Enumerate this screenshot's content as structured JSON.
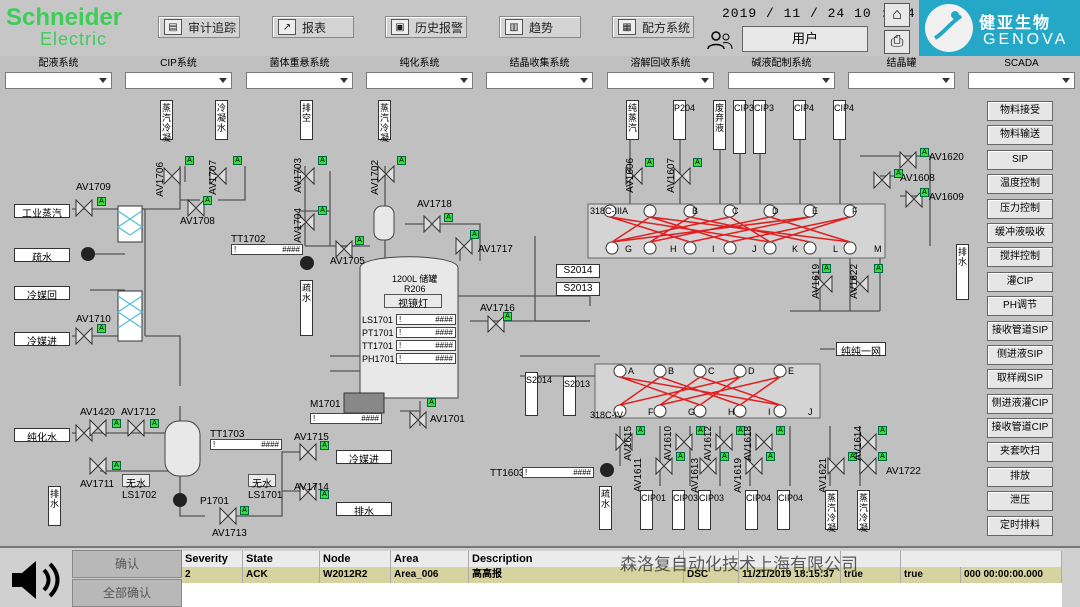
{
  "header": {
    "brand_line1": "Schneider",
    "brand_line2": "Electric",
    "nav": [
      "审计追踪",
      "报表",
      "历史报警",
      "趋势",
      "配方系统"
    ],
    "datetime": "2019 / 11 / 24   10 : 14 : 1",
    "user": "用户",
    "partner_cn": "健亚生物",
    "partner_en": "GENOVA"
  },
  "systems": [
    "配液系统",
    "CIP系统",
    "菌体重悬系统",
    "纯化系统",
    "结晶收集系统",
    "溶解回收系统",
    "碱液配制系统",
    "结晶罐",
    "SCADA"
  ],
  "right_buttons": [
    "物料接受",
    "物料输送",
    "SIP",
    "温度控制",
    "压力控制",
    "缓冲液吸收",
    "搅拌控制",
    "灌CIP",
    "PH调节",
    "接收管道SIP",
    "侧进液SIP",
    "取样阀SIP",
    "侧进液灌CIP",
    "接收管道CIP",
    "夹套吹扫",
    "排放",
    "泄压",
    "定时排料"
  ],
  "tank": {
    "title": "1200L 储罐",
    "id": "R206",
    "lamp": "视镜灯",
    "fields": [
      "LS1701",
      "PT1701",
      "TT1701",
      "PH1701"
    ],
    "field_value": "####"
  },
  "labels": {
    "gongye": "工业蒸汽",
    "shu": "疏水",
    "lengmeihui": "冷媒回",
    "lengmeijin": "冷媒进",
    "chunhua": "纯化水",
    "paishui": "排水",
    "wushui": "无水",
    "ls1702": "LS1702",
    "ls1701": "LS1701",
    "p1701": "P1701",
    "m1701": "M1701",
    "tt1702": "TT1702",
    "tt1703": "TT1703",
    "tt1603": "TT1603",
    "lengmeijin2": "冷媒进",
    "paishui2": "排水",
    "s2014": "S2014",
    "s2013": "S2013",
    "m318a": "318C-III",
    "m318b": "318C-IV",
    "chunchun": "纯纯一网"
  },
  "valves": [
    "AV1709",
    "AV1708",
    "AV1706",
    "AV1707",
    "AV1703",
    "AV1704",
    "AV1705",
    "AV1702",
    "AV1718",
    "AV1717",
    "AV1716",
    "AV1710",
    "AV1420",
    "AV1712",
    "AV1711",
    "AV1713",
    "AV1715",
    "AV1714",
    "AV1701",
    "AV1606",
    "AV1607",
    "AV1620",
    "AV1608",
    "AV1609",
    "AV1619",
    "AV1622",
    "AV1615",
    "AV1610",
    "AV1612",
    "AV1618",
    "AV1611",
    "AV1613",
    "AV1619",
    "AV1614",
    "AV1621",
    "AV1722"
  ],
  "vtags": [
    "蒸汽冷凝",
    "冷凝水",
    "排空",
    "蒸汽冷凝",
    "纯蒸汽",
    "P204",
    "废弃液",
    "CIP3",
    "CIP3",
    "CIP4",
    "CIP4",
    "排水",
    "疏水",
    "疏水",
    "CIP01",
    "CIP03",
    "CIP03",
    "CIP04",
    "CIP04",
    "蒸汽冷凝",
    "蒸汽冷凝"
  ],
  "ports_top": [
    "A",
    "B",
    "C",
    "D",
    "E",
    "F"
  ],
  "ports_bot": [
    "G",
    "H",
    "I",
    "J",
    "K",
    "L",
    "M"
  ],
  "ports2_top": [
    "A",
    "B",
    "C",
    "D",
    "E"
  ],
  "ports2_bot": [
    "F",
    "G",
    "H",
    "I",
    "J"
  ],
  "fields_value": "####",
  "alarm": {
    "ack": "确认",
    "ack_all": "全部确认",
    "columns": [
      "Severity",
      "State",
      "Node",
      "Area",
      "Description",
      "",
      "",
      "",
      ""
    ],
    "row": [
      "2",
      "ACK",
      "W2012R2",
      "Area_006",
      "高高报",
      "DSC",
      "11/21/2019 18:15:37",
      "true",
      "true",
      "000 00:00:00.000"
    ],
    "watermark": "森洛复自动化技术上海有限公司"
  }
}
